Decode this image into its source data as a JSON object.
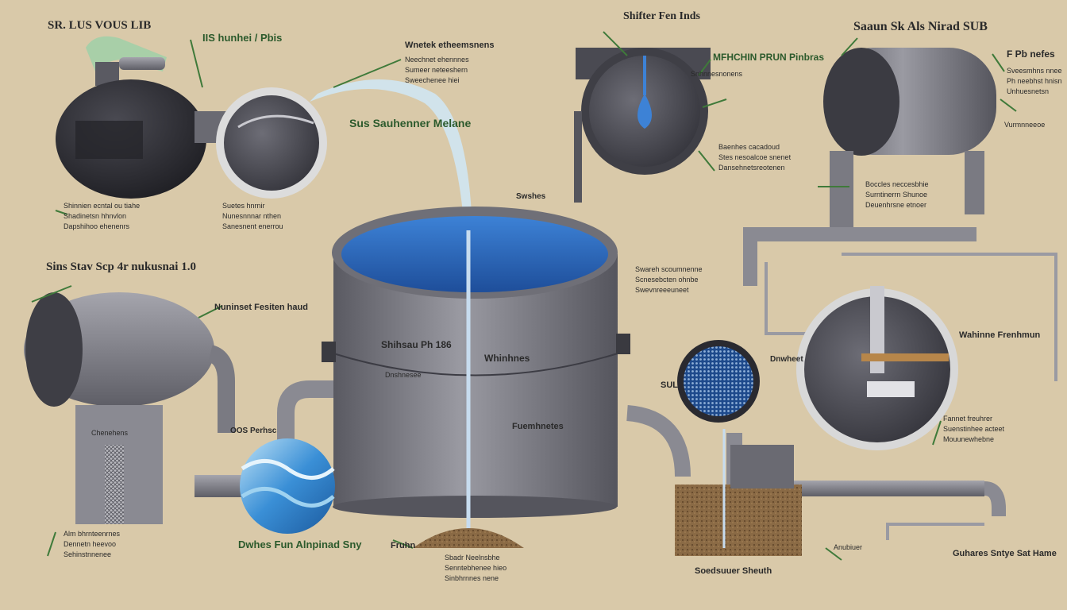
{
  "colors": {
    "background": "#d9c9a9",
    "metal": "#7a7a80",
    "metal_dark": "#3f3f46",
    "water": "#2f6fc7",
    "leader": "#3f7a3a",
    "soil": "#8a6a45"
  },
  "title_labels": [
    "SR. LUS VOUS LIB",
    "Shifter Fen Inds",
    "Saaun Sk Als Nirad SUB",
    "Sins Stav Scp 4r nukusnai 1.0"
  ],
  "heading_labels": [
    "IIS hunhei / Pbis",
    "Wnetek etheemsnens",
    "MFHCHIN PRUN Pinbras",
    "F Pb nefes",
    "Sus Sauhenner Melane",
    "Nuninset Fesiten haud",
    "Shihsau Ph 186",
    "Whinhnes",
    "Fuemhnetes",
    "Wahinne Frenhmun",
    "Dwhes Fun Alnpinad Sny",
    "Soedsuuer Sheuth",
    "Guhares Sntye Sat Hame",
    "Fruhn",
    "SUL"
  ],
  "text_blocks": [
    [
      "Shinnien ecntal ou tiahe",
      "Shadinetsn hhnvlon",
      "Dapshihoo ehenenrs"
    ],
    [
      "Suetes hnrnir",
      "Nunesnnnar nthen",
      "Sanesnent enerrou"
    ],
    [
      "Neechnet ehennnes",
      "Sumeer neteeshern",
      "Sweechenee hiei"
    ],
    [
      "Baenhes cacadoud",
      "Stes nesoalcoe snenet",
      "Dansehnetsreotenen"
    ],
    [
      "Boccles neccesbhie",
      "Surntinerrn Shunoe",
      "Deuenhrsne etnoer"
    ],
    [
      "Sveesmhns nnee",
      "Ph neebhst hnisn",
      "Unhuesnetsn"
    ],
    [
      "Swareh scoumnenne",
      "Scnesebcten ohnbe",
      "Swevnreeeuneet"
    ],
    [
      "Sbadr Neelnsbhe",
      "Senntebhenee hieo",
      "Sinbhrnnes nene"
    ],
    [
      "Fannet freuhrer",
      "Suenstinhee acteet",
      "Mouunewhebne"
    ],
    [
      "Alm bhrnteenrnes",
      "Dennetn heevoo",
      "Sehinstnnenee"
    ]
  ],
  "small_labels": [
    "OOS Perhsc",
    "Swshes",
    "Dnwheet",
    "Chenehens",
    "Vurmnneeoe",
    "Snhnnesnonens",
    "Dnshnesee",
    "Anubiuer"
  ]
}
